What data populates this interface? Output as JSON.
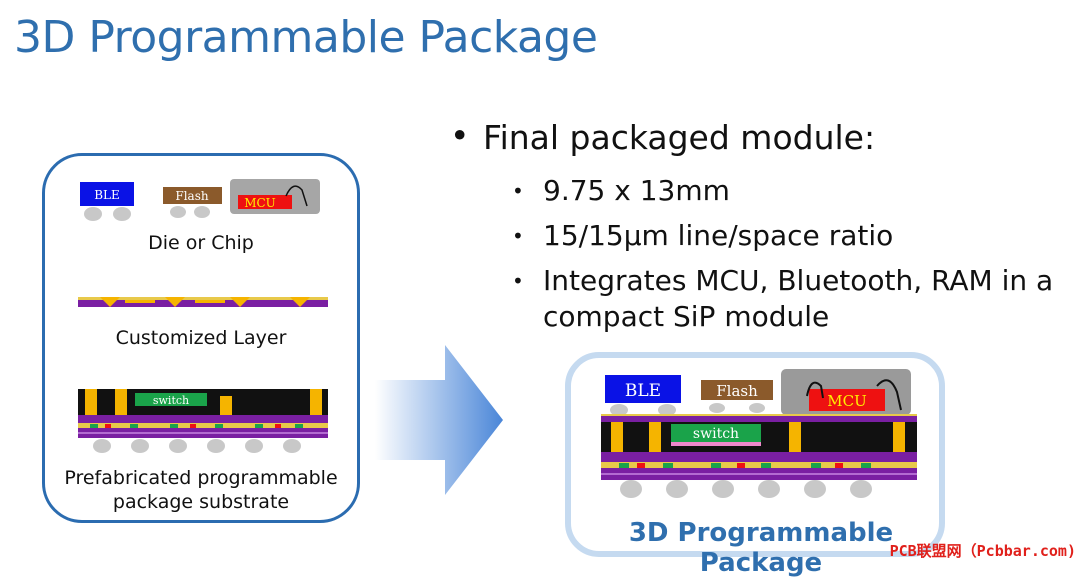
{
  "title": "3D Programmable Package",
  "left_panel": {
    "chips": {
      "ble": "BLE",
      "flash": "Flash",
      "mcu": "MCU"
    },
    "label_die": "Die or Chip",
    "label_layer": "Customized Layer",
    "switch": "switch",
    "label_substrate_1": "Prefabricated programmable",
    "label_substrate_2": "package substrate"
  },
  "bullets": {
    "main": "Final packaged module:",
    "sub": [
      "9.75 x 13mm",
      "15/15µm line/space ratio",
      "Integrates MCU, Bluetooth, RAM in a",
      "compact SiP module"
    ]
  },
  "right_panel": {
    "chips": {
      "ble": "BLE",
      "flash": "Flash",
      "mcu": "MCU"
    },
    "switch": "switch",
    "caption": "3D Programmable Package"
  },
  "watermark": "PCB联盟网（Pcbbar.com)",
  "colors": {
    "title": "#2f6fae",
    "panel_border": "#2b6cb0",
    "ble": "#0a12e6",
    "flash": "#8b5a2b",
    "mcu": "#ee1111",
    "substrate": "#7a1fa2",
    "trace": "#f5b400",
    "switch": "#1aa34a"
  }
}
